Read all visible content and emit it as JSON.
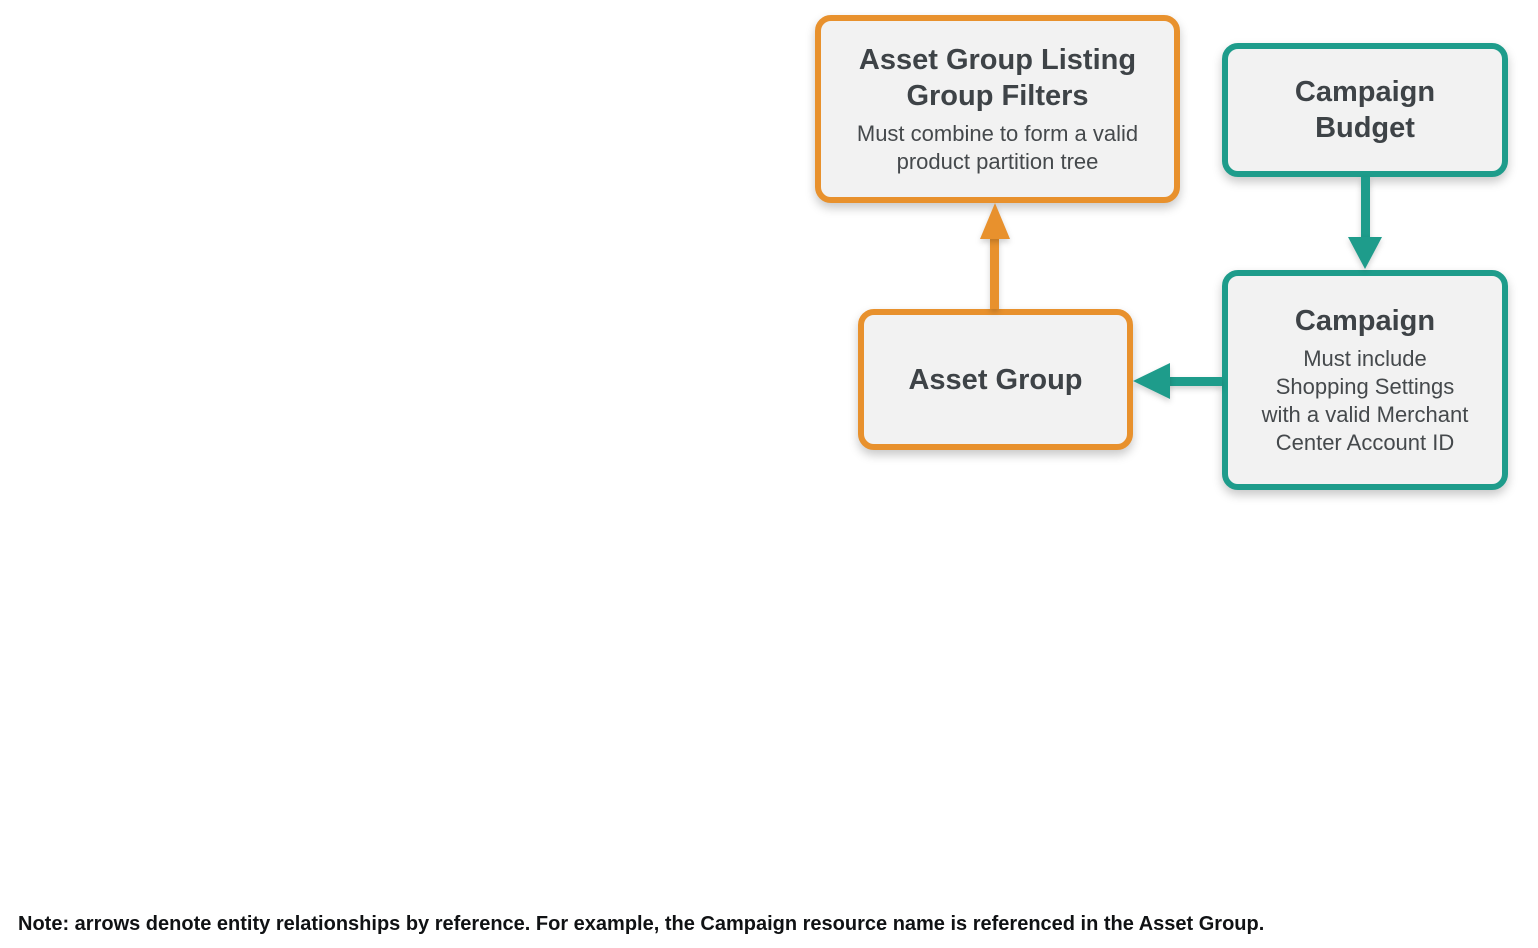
{
  "diagram": {
    "nodes": [
      {
        "id": "asset-group-listing-group-filters",
        "title": "Asset Group Listing Group Filters",
        "subtitle": "Must combine to form a valid product partition tree",
        "border_color": "#E8912D"
      },
      {
        "id": "campaign-budget",
        "title": "Campaign Budget",
        "subtitle": "",
        "border_color": "#1E9C8B"
      },
      {
        "id": "campaign",
        "title": "Campaign",
        "subtitle": "Must include Shopping Settings with a valid Merchant Center Account ID",
        "border_color": "#1E9C8B"
      },
      {
        "id": "asset-group",
        "title": "Asset Group",
        "subtitle": "",
        "border_color": "#E8912D"
      }
    ],
    "edges": [
      {
        "from": "campaign-budget",
        "to": "campaign",
        "direction": "down",
        "color": "#1E9C8B"
      },
      {
        "from": "campaign",
        "to": "asset-group",
        "direction": "left",
        "color": "#1E9C8B"
      },
      {
        "from": "asset-group",
        "to": "asset-group-listing-group-filters",
        "direction": "up",
        "color": "#E8912D"
      }
    ],
    "colors": {
      "orange": "#E8912D",
      "teal": "#1E9C8B",
      "node_fill": "#F2F2F2",
      "title_text": "#3E4347",
      "subtitle_text": "#45494C",
      "note_text": "#101214"
    }
  },
  "note": {
    "text": "Note: arrows denote entity relationships by reference. For example, the Campaign resource name is referenced in the Asset Group."
  }
}
